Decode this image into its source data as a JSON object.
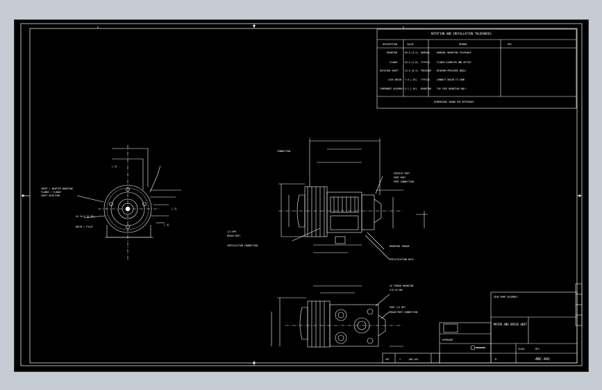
{
  "drawing": {
    "colors": {
      "background": "#000000",
      "lines": "#ffffff",
      "window": "#c5ccd3"
    },
    "revision_table": {
      "header": "ROTATION AND INSTALLATION TOLERANCES",
      "columns": [
        "DESCRIPTION",
        "VALUE",
        "REMARK",
        "REV"
      ],
      "rows": [
        {
          "c1": "MOUNTING",
          "c2": "90.0 [3.5]",
          "c3": "NOMINAL",
          "c4": "NOMINAL MOUNTING TOLERANCE"
        },
        {
          "c1": "FLANGE",
          "c2": "45.0 [1.8]",
          "c3": "TYPICAL",
          "c4": "FLANGE DIAMETER AND OFFSET"
        },
        {
          "c1": "ROTATING SHAFT",
          "c2": "12.0 [0.5]",
          "c3": "PRESSURE",
          "c4": "MINIMUM PRESSURE ANGLE"
        },
        {
          "c1": "CASE DRAIN",
          "c2": "7.0 [.28]",
          "c3": "TYPICAL",
          "c4": "CONNECT DRAIN TO TANK"
        },
        {
          "c1": "COMPONENT ASSEMBLY",
          "c2": "4.1 [.16]",
          "c3": "MOUNTING",
          "c4": "TOP SIDE MOUNTING ONLY"
        }
      ],
      "note": "DIMENSIONS SHOWN FOR REFERENCE"
    },
    "views": {
      "left_callouts": [
        "INPUT / ADAPTER MOUNTING",
        "FLANGE / FLANGE",
        "SHAFT ROTATION",
        "4X 10.0 [0.39]",
        "DRIVE / PILOT",
        "[.3]",
        "[.2]",
        "[.4]"
      ],
      "center_callouts": [
        "CONNECTION",
        "SERVICE PORT",
        "VENT PORT",
        "PORT CONNECTION",
        "1/2 NPT",
        "DRAIN PORT",
        "INSTALLATION CONNECTION",
        "MOUNTING TORQUE",
        "SPECIFICATION DATA"
      ],
      "lower_callouts": [
        "4X THREAD MOUNTING",
        "3/8-16 UNC",
        "PORT 1/2 NPT",
        "DRAIN PORT CONNECTION"
      ]
    },
    "title_block": {
      "company": "GEAR PUMP ASSEMBLY",
      "title": "MOTOR AND DRIVE UNIT",
      "drawing_no": "ABC-441",
      "sheet_label": "SHT",
      "sheet_no": "1",
      "size": "B",
      "scale_label": "SCALE",
      "scale": "NTS",
      "approval": "APPROVED",
      "doc_no_small": "ABC-441"
    }
  }
}
